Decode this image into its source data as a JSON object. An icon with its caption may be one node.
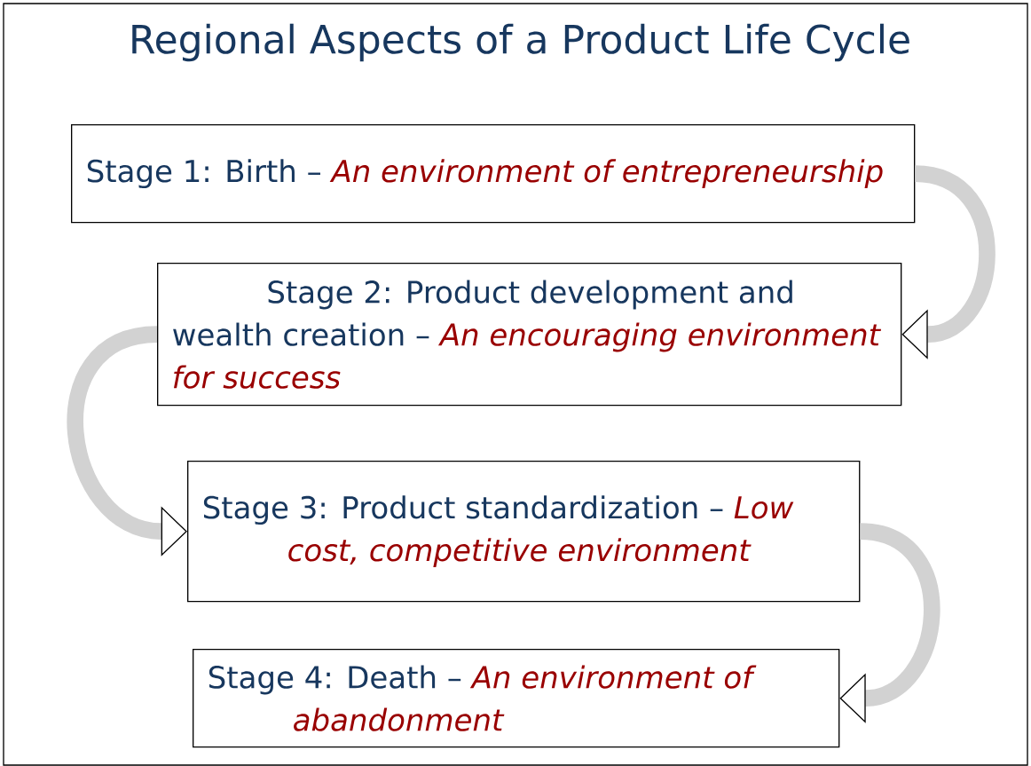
{
  "diagram": {
    "title": "Regional Aspects of a Product Life Cycle",
    "nodes": [
      {
        "text": [
          "Stage 1: Birth –",
          "An environment of entrepreneurship"
        ]
      },
      {
        "text": [
          "Stage 2: Product development and wealth creation –",
          "An encouraging environment for success"
        ]
      },
      {
        "text": [
          "Stage 3: Product standardization –",
          "Low cost, competitive environment"
        ]
      },
      {
        "text": [
          "Stage 4: Death –",
          "An environment of abandonment"
        ]
      }
    ],
    "edges": [
      {
        "from": 0,
        "to": 1,
        "arrow": "to"
      },
      {
        "from": 1,
        "to": 2,
        "arrow": "to"
      },
      {
        "from": 2,
        "to": 3,
        "arrow": "to"
      }
    ]
  }
}
